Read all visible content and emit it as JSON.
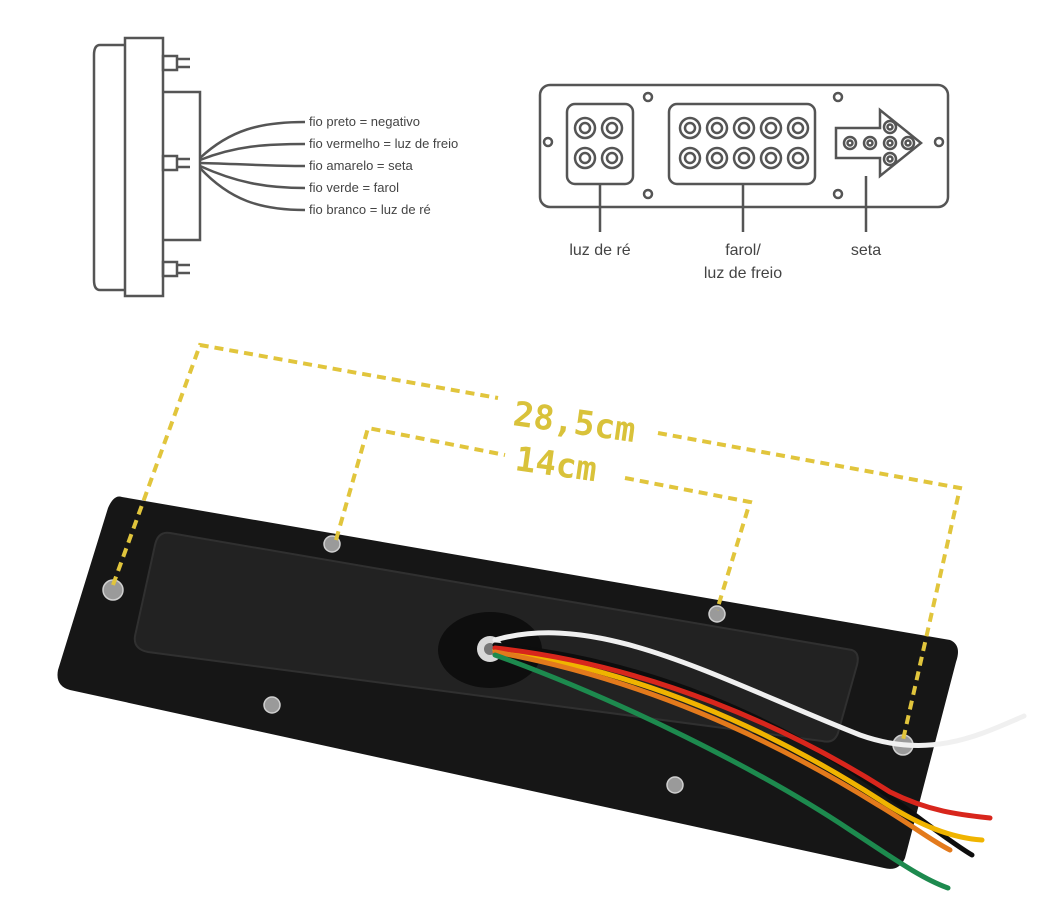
{
  "wiring": {
    "legend": [
      "fio preto = negativo",
      "fio vermelho = luz de freio",
      "fio amarelo = seta",
      "fio verde = farol",
      "fio branco = luz de ré"
    ]
  },
  "connector": {
    "labels": {
      "reverse": "luz de ré",
      "tail_line1": "farol/",
      "tail_line2": "luz de freio",
      "turn": "seta"
    }
  },
  "dimensions": {
    "outer": "28,5cm",
    "inner": "14cm"
  },
  "colors": {
    "line_art": "#555555",
    "dimension_accent": "#d9c23a",
    "housing": "#1a1a1a",
    "wire_black": "#111111",
    "wire_red": "#d8261c",
    "wire_yellow": "#f0b400",
    "wire_green": "#1d8a4e",
    "wire_white": "#f2f2f2"
  }
}
